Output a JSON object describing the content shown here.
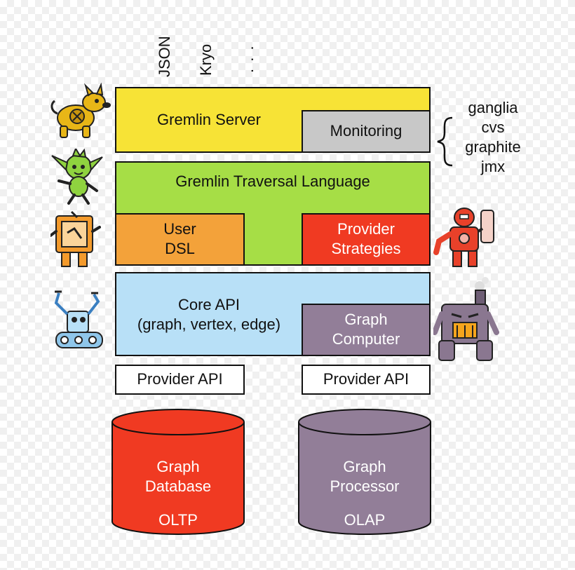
{
  "serializers": {
    "json": "JSON",
    "kryo": "Kryo",
    "more": ". . ."
  },
  "gremlin_server": {
    "label": "Gremlin Server",
    "monitoring": "Monitoring",
    "monitoring_tools": [
      "ganglia",
      "cvs",
      "graphite",
      "jmx"
    ]
  },
  "traversal_language": {
    "label": "Gremlin Traversal Language",
    "user_dsl": [
      "User",
      "DSL"
    ],
    "provider_strategies": [
      "Provider",
      "Strategies"
    ]
  },
  "core_api": {
    "label": [
      "Core API",
      "(graph, vertex, edge)"
    ],
    "graph_computer": [
      "Graph",
      "Computer"
    ]
  },
  "provider_api": {
    "left": "Provider API",
    "right": "Provider API"
  },
  "storage": {
    "database": {
      "lines": [
        "Graph",
        "Database"
      ],
      "mode": "OLTP",
      "color": "#f03a22"
    },
    "processor": {
      "lines": [
        "Graph",
        "Processor"
      ],
      "mode": "OLAP",
      "color": "#927e98"
    }
  },
  "colors": {
    "server": "#f7e336",
    "monitoring": "#c8c8c8",
    "traversal": "#a6de46",
    "user_dsl": "#f3a23a",
    "strategies": "#f03a22",
    "core": "#b8e0f7",
    "computer": "#927e98"
  }
}
